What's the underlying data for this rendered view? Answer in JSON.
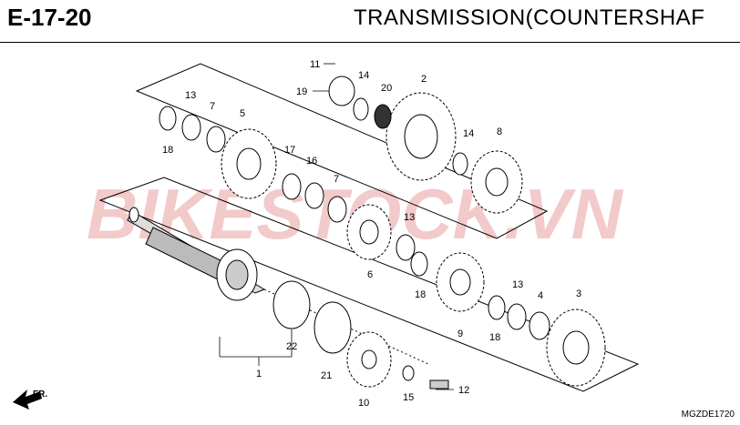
{
  "header": {
    "code": "E-17-20",
    "title": "TRANSMISSION(COUNTERSHAF"
  },
  "watermark": "BIKESTOCK.VN",
  "callouts": [
    "11",
    "19",
    "14",
    "20",
    "2",
    "13",
    "7",
    "5",
    "18",
    "17",
    "16",
    "7",
    "14",
    "8",
    "13",
    "6",
    "18",
    "13",
    "4",
    "3",
    "9",
    "18",
    "22",
    "1",
    "21",
    "10",
    "15",
    "12"
  ],
  "footer": {
    "ref_code": "MGZDE1720",
    "direction_label": "FR."
  },
  "colors": {
    "watermark": "#e8a0a0",
    "line": "#000000"
  }
}
